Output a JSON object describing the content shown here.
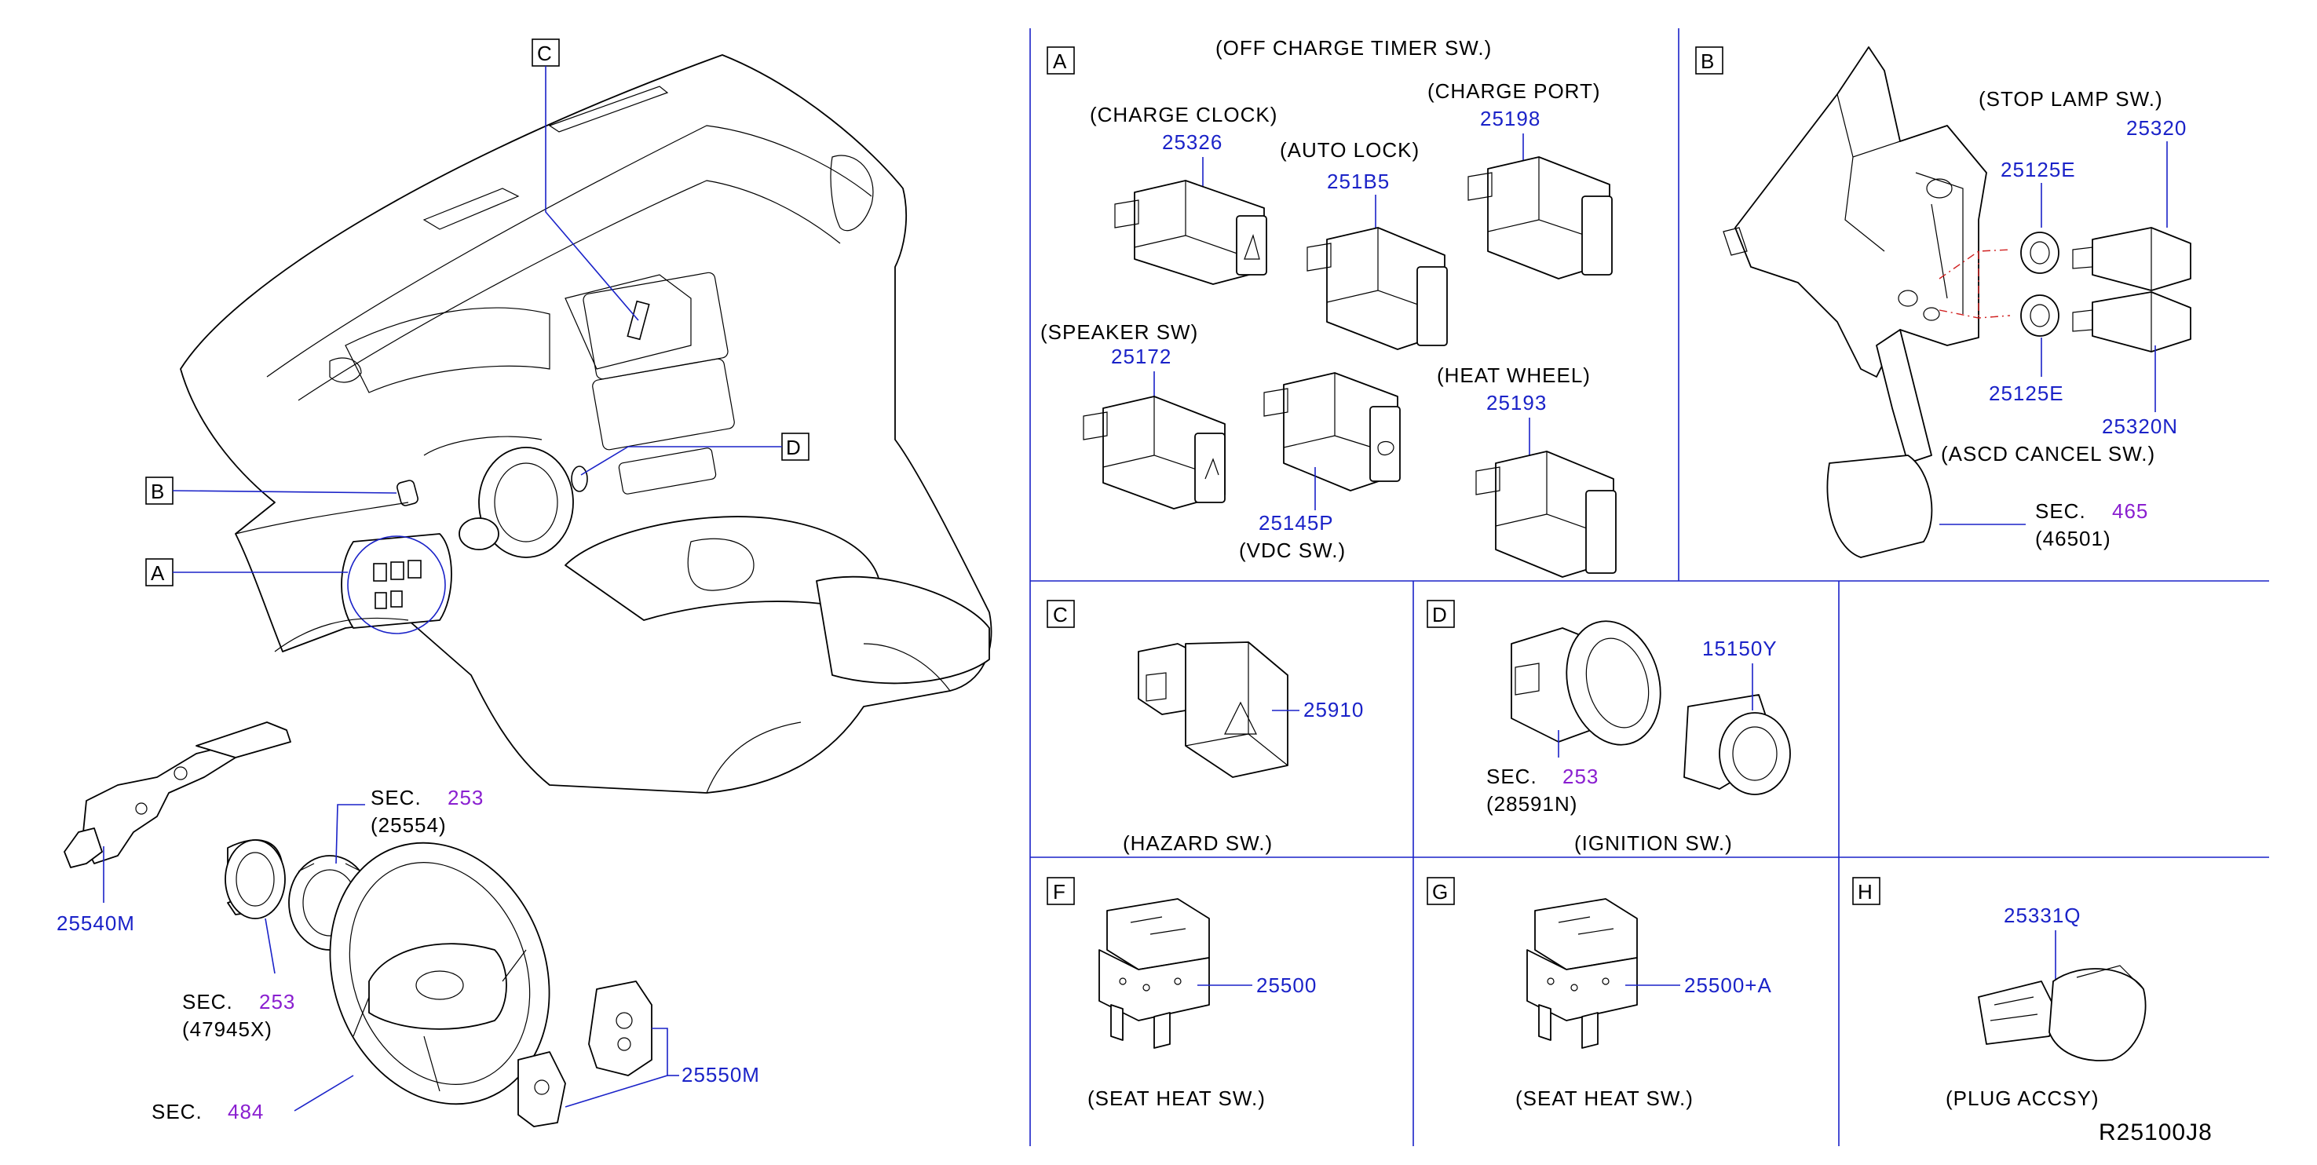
{
  "diagram_code": "R25100J8",
  "views": {
    "A": {
      "letter": "A"
    },
    "B": {
      "letter": "B"
    },
    "C": {
      "letter": "C"
    },
    "D": {
      "letter": "D"
    }
  },
  "panels": {
    "A": {
      "letter": "A",
      "title": "(OFF   CHARGE   TIMER   SW.)",
      "charge_clock": {
        "label": "(CHARGE   CLOCK)",
        "part": "25326"
      },
      "auto_lock": {
        "label": "(AUTO   LOCK)",
        "part": "251B5"
      },
      "charge_port": {
        "label": "(CHARGE   PORT)",
        "part": "25198"
      },
      "speaker": {
        "label": "(SPEAKER   SW)",
        "part": "25172"
      },
      "vdc": {
        "part": "25145P",
        "label": "(VDC   SW.)"
      },
      "heat_wheel": {
        "label": "(HEAT   WHEEL)",
        "part": "25193"
      }
    },
    "B": {
      "letter": "B",
      "stop_lamp_label": "(STOP   LAMP   SW.)",
      "part_25320": "25320",
      "part_25125e_top": "25125E",
      "part_25125e_bottom": "25125E",
      "part_25320n": "25320N",
      "ascd_label": "(ASCD   CANCEL   SW.)",
      "sec_label": "SEC.",
      "sec_num": "465",
      "sec_ref": "(46501)"
    },
    "C": {
      "letter": "C",
      "part": "25910",
      "label": "(HAZARD   SW.)"
    },
    "D": {
      "letter": "D",
      "part": "15150Y",
      "sec_label": "SEC.",
      "sec_num": "253",
      "sec_ref": "(28591N)",
      "label": "(IGNITION   SW.)"
    },
    "F": {
      "letter": "F",
      "part": "25500",
      "label": "(SEAT   HEAT   SW.)"
    },
    "G": {
      "letter": "G",
      "part": "25500+A",
      "label": "(SEAT   HEAT   SW.)"
    },
    "H": {
      "letter": "H",
      "part": "25331Q",
      "label": "(PLUG   ACCSY)"
    }
  },
  "main_view": {
    "combo_switch": "25540M",
    "sec_a_label": "SEC.",
    "sec_a_num": "253",
    "sec_a_ref": "(25554)",
    "sec_b_label": "SEC.",
    "sec_b_num": "253",
    "sec_b_ref": "(47945X)",
    "sec_c_label": "SEC.",
    "sec_c_num": "484",
    "steering_switch": "25550M"
  }
}
